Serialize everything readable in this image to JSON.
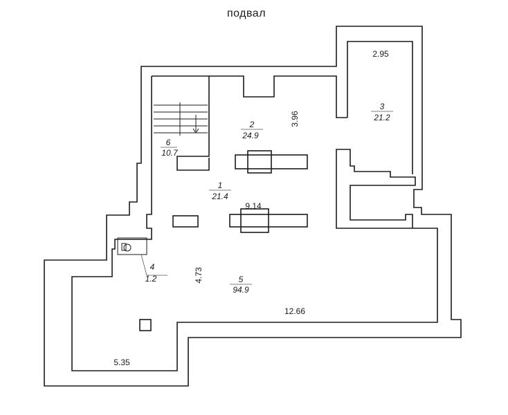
{
  "title": "подвал",
  "rooms": [
    {
      "number": "1",
      "area": "21.4"
    },
    {
      "number": "2",
      "area": "24.9"
    },
    {
      "number": "3",
      "area": "21.2"
    },
    {
      "number": "4",
      "area": "1.2"
    },
    {
      "number": "5",
      "area": "94.9"
    },
    {
      "number": "6",
      "area": "10.7"
    }
  ],
  "dimensions": {
    "d1": "2.95",
    "d2": "3.96",
    "d3": "9.14",
    "d4": "4.73",
    "d5": "12.66",
    "d6": "5.35"
  }
}
